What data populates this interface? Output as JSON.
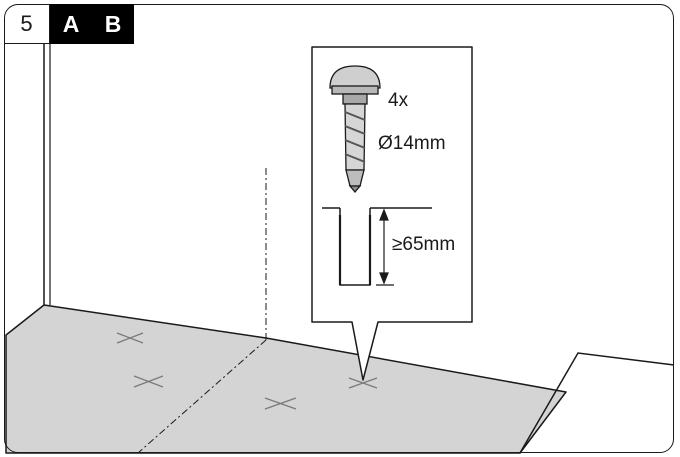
{
  "step": {
    "number": "5",
    "tags": [
      "A",
      "B"
    ]
  },
  "callout": {
    "count": "4x",
    "diameter": "Ø14mm",
    "depth": "≥65mm"
  },
  "colors": {
    "floor": "#d4d4d4",
    "line": "#1a1a1a",
    "tag_bg": "#000000"
  }
}
